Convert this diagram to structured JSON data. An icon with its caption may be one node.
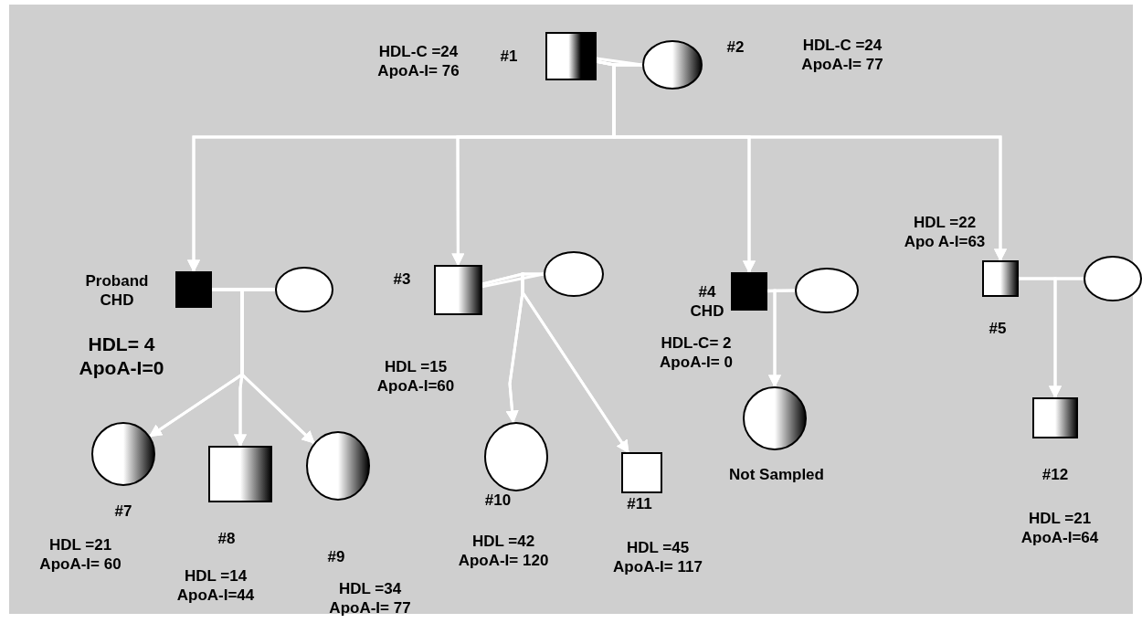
{
  "diagram": {
    "nodes": [
      {
        "text": [],
        "shape": "box",
        "beside": [
          "#1",
          "HDL-C =24 ApoA-I= 76"
        ]
      },
      {
        "text": [],
        "shape": "circle",
        "beside": [
          "#2",
          "HDL-C =24 ApoA-I= 77"
        ]
      },
      {
        "text": [],
        "shape": "box",
        "beside": [
          "Proband CHD",
          "HDL= 4 ApoA-I=0"
        ]
      },
      {
        "text": [],
        "shape": "circle"
      },
      {
        "text": [],
        "shape": "box",
        "beside": [
          "#3",
          "HDL =15 ApoA-I=60"
        ]
      },
      {
        "text": [],
        "shape": "circle"
      },
      {
        "text": [],
        "shape": "box",
        "beside": [
          "#4 CHD",
          "HDL-C= 2 ApoA-I= 0"
        ]
      },
      {
        "text": [],
        "shape": "circle"
      },
      {
        "text": [],
        "shape": "box",
        "beside": [
          "HDL =22 Apo A-I=63",
          "#5"
        ]
      },
      {
        "text": [],
        "shape": "circle"
      },
      {
        "text": [],
        "shape": "circle",
        "beside": [
          "#7",
          "HDL =21 ApoA-I= 60"
        ]
      },
      {
        "text": [],
        "shape": "box",
        "beside": [
          "#8",
          "HDL =14 ApoA-I=44"
        ]
      },
      {
        "text": [],
        "shape": "circle",
        "beside": [
          "#9",
          "HDL =34 ApoA-I= 77"
        ]
      },
      {
        "text": [],
        "shape": "circle",
        "beside": [
          "#10",
          "HDL =42 ApoA-I= 120"
        ]
      },
      {
        "text": [],
        "shape": "box",
        "beside": [
          "#11",
          "HDL =45 ApoA-I= 117"
        ]
      },
      {
        "text": [],
        "shape": "circle",
        "beside": [
          "Not Sampled"
        ]
      },
      {
        "text": [],
        "shape": "box",
        "beside": [
          "#12",
          "HDL =21 ApoA-I=64"
        ]
      }
    ],
    "edges": [
      {
        "from": 0,
        "to": 1,
        "arrow": "none"
      },
      {
        "from": 0,
        "to": 2,
        "arrow": "to"
      },
      {
        "from": 1,
        "to": 2,
        "arrow": "to"
      },
      {
        "from": 0,
        "to": 4,
        "arrow": "to"
      },
      {
        "from": 1,
        "to": 4,
        "arrow": "to"
      },
      {
        "from": 0,
        "to": 6,
        "arrow": "to"
      },
      {
        "from": 1,
        "to": 6,
        "arrow": "to"
      },
      {
        "from": 0,
        "to": 8,
        "arrow": "to"
      },
      {
        "from": 1,
        "to": 8,
        "arrow": "to"
      },
      {
        "from": 2,
        "to": 3,
        "arrow": "none"
      },
      {
        "from": 4,
        "to": 5,
        "arrow": "none"
      },
      {
        "from": 6,
        "to": 7,
        "arrow": "none"
      },
      {
        "from": 8,
        "to": 9,
        "arrow": "none"
      },
      {
        "from": 2,
        "to": 10,
        "arrow": "to"
      },
      {
        "from": 3,
        "to": 10,
        "arrow": "to"
      },
      {
        "from": 2,
        "to": 11,
        "arrow": "to"
      },
      {
        "from": 3,
        "to": 11,
        "arrow": "to"
      },
      {
        "from": 2,
        "to": 12,
        "arrow": "to"
      },
      {
        "from": 3,
        "to": 12,
        "arrow": "to"
      },
      {
        "from": 4,
        "to": 13,
        "arrow": "to"
      },
      {
        "from": 5,
        "to": 13,
        "arrow": "to"
      },
      {
        "from": 4,
        "to": 14,
        "arrow": "to"
      },
      {
        "from": 5,
        "to": 14,
        "arrow": "to"
      },
      {
        "from": 6,
        "to": 15,
        "arrow": "to"
      },
      {
        "from": 7,
        "to": 15,
        "arrow": "to"
      },
      {
        "from": 8,
        "to": 16,
        "arrow": "to"
      },
      {
        "from": 9,
        "to": 16,
        "arrow": "to"
      }
    ]
  }
}
